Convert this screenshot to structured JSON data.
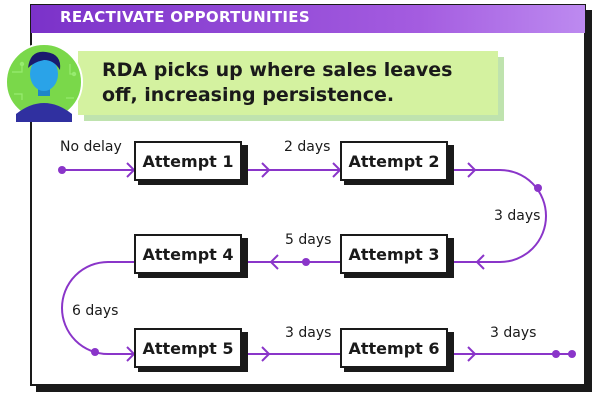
{
  "header": {
    "title": "REACTIVATE OPPORTUNITIES"
  },
  "tagline": "RDA picks up where sales leaves off, increasing persistence.",
  "avatar": {
    "icon": "person-avatar-icon",
    "bg": "#7ad84a",
    "face": "#2aa3e8",
    "shirt": "#3030a0"
  },
  "colors": {
    "accent": "#7b32c9",
    "line": "#8a35c9",
    "tagline_bg": "#d4f2a0"
  },
  "attempts": [
    {
      "label": "Attempt 1"
    },
    {
      "label": "Attempt 2"
    },
    {
      "label": "Attempt 3"
    },
    {
      "label": "Attempt 4"
    },
    {
      "label": "Attempt 5"
    },
    {
      "label": "Attempt 6"
    }
  ],
  "delays": [
    {
      "label": "No delay"
    },
    {
      "label": "2 days"
    },
    {
      "label": "3 days"
    },
    {
      "label": "5 days"
    },
    {
      "label": "6 days"
    },
    {
      "label": "3 days"
    },
    {
      "label": "3 days"
    }
  ]
}
